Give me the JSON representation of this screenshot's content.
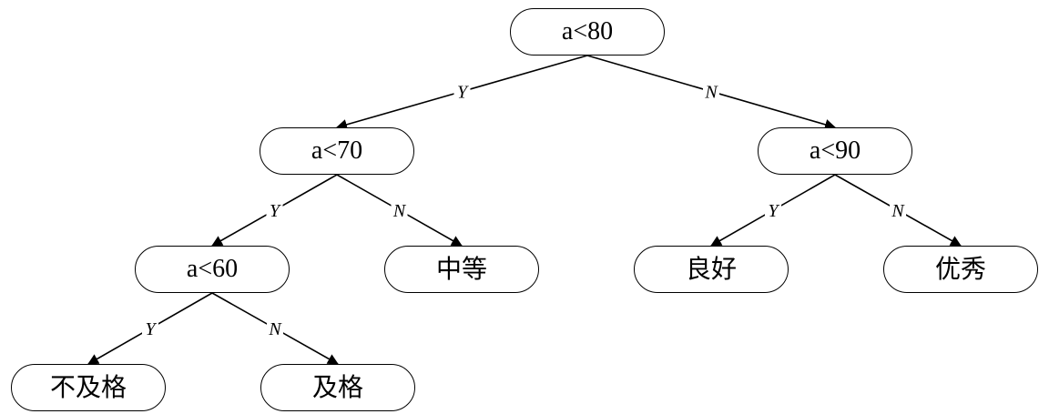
{
  "tree": {
    "nodes": [
      {
        "id": "root",
        "text": "a<80",
        "kind": "condition"
      },
      {
        "id": "n70",
        "text": "a<70",
        "kind": "condition"
      },
      {
        "id": "n90",
        "text": "a<90",
        "kind": "condition"
      },
      {
        "id": "n60",
        "text": "a<60",
        "kind": "condition"
      },
      {
        "id": "mid",
        "text": "中等",
        "kind": "leaf"
      },
      {
        "id": "good",
        "text": "良好",
        "kind": "leaf"
      },
      {
        "id": "excel",
        "text": "优秀",
        "kind": "leaf"
      },
      {
        "id": "fail",
        "text": "不及格",
        "kind": "leaf"
      },
      {
        "id": "pass",
        "text": "及格",
        "kind": "leaf"
      }
    ],
    "edges": [
      {
        "from": "root",
        "to": "n70",
        "label": "Y"
      },
      {
        "from": "root",
        "to": "n90",
        "label": "N"
      },
      {
        "from": "n70",
        "to": "n60",
        "label": "Y"
      },
      {
        "from": "n70",
        "to": "mid",
        "label": "N"
      },
      {
        "from": "n90",
        "to": "good",
        "label": "Y"
      },
      {
        "from": "n90",
        "to": "excel",
        "label": "N"
      },
      {
        "from": "n60",
        "to": "fail",
        "label": "Y"
      },
      {
        "from": "n60",
        "to": "pass",
        "label": "N"
      }
    ]
  }
}
